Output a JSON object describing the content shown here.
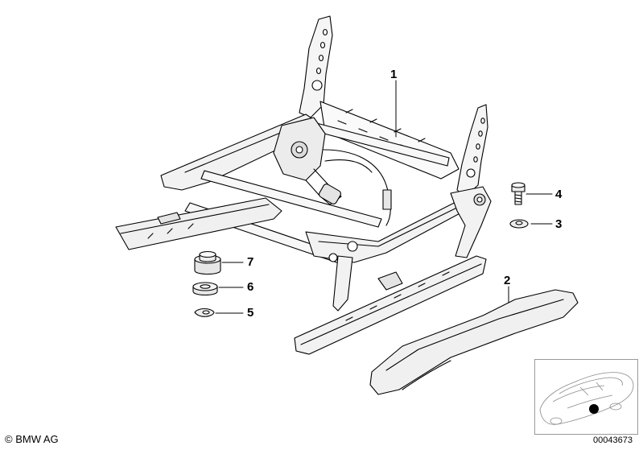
{
  "callouts": {
    "c1": "1",
    "c2": "2",
    "c3": "3",
    "c4": "4",
    "c5": "5",
    "c6": "6",
    "c7": "7"
  },
  "footer": {
    "copyright": "© BMW AG",
    "diagram_number": "00043673"
  },
  "colors": {
    "line": "#000000",
    "part_fill": "#f2f2f2",
    "shade": "#d0d0d0",
    "marker": "#000000"
  }
}
